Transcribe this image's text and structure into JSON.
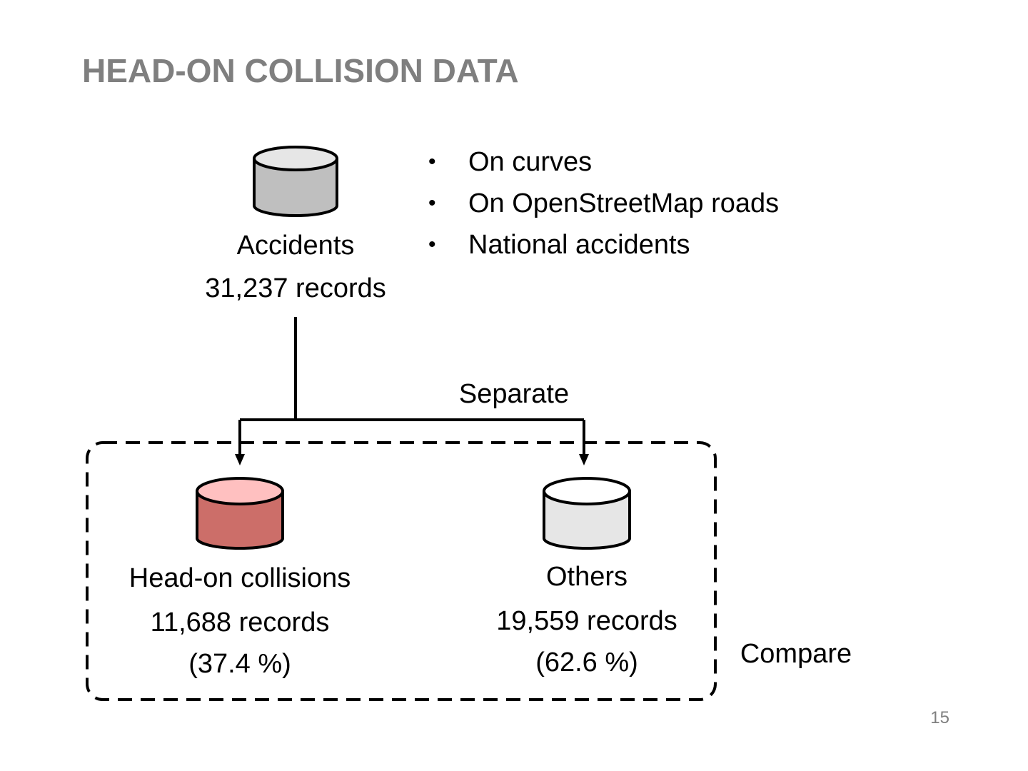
{
  "title": "HEAD-ON COLLISION DATA",
  "source": {
    "label": "Accidents",
    "records": "31,237 records",
    "color": "#bfbfbf"
  },
  "bullets": [
    "On curves",
    "On OpenStreetMap roads",
    "National accidents"
  ],
  "bullet_glyph": "•",
  "split_label": "Separate",
  "group_label": "Compare",
  "targets": [
    {
      "label": "Head-on collisions",
      "records": "11,688 records",
      "percent": "(37.4 %)",
      "body_color": "#cc6e69",
      "top_color": "#ffc0c0"
    },
    {
      "label": "Others",
      "records": "19,559 records",
      "percent": "(62.6 %)",
      "body_color": "#e6e6e6",
      "top_color": "#ffffff"
    }
  ],
  "page_number": "15",
  "icons": {
    "database": "database-icon",
    "arrow": "arrow-down-icon"
  }
}
